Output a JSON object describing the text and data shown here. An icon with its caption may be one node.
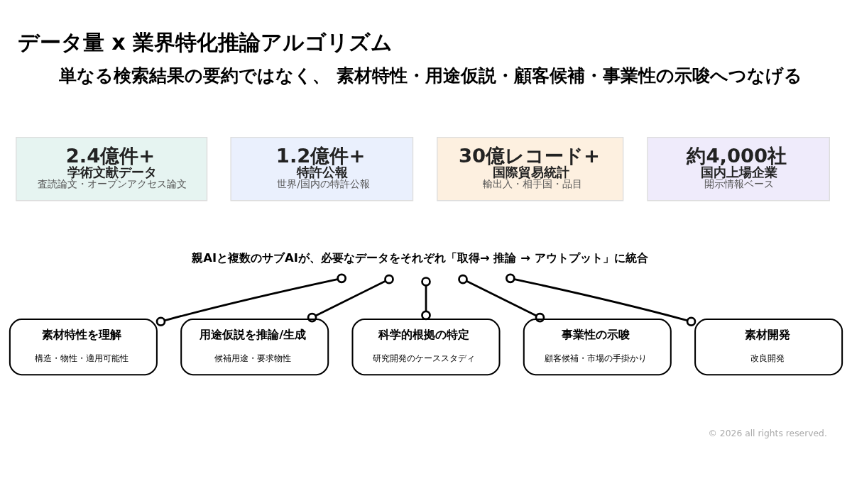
{
  "diagram": {
    "title": "データ量 x 業界特化推論アルゴリズム",
    "nodes": [
      {
        "text": [
          "2.4億件+",
          "学術文献データ",
          "査読論文・オープンアクセス論文"
        ]
      },
      {
        "text": [
          "1.2億件+",
          "特許公報",
          "世界/国内の特許公報"
        ]
      },
      {
        "text": [
          "30億レコード+",
          "国際貿易統計",
          "輸出入・相手国・品目"
        ]
      },
      {
        "text": [
          "約4,000社",
          "国内上場企業",
          "開示情報ベース"
        ]
      },
      {
        "text": [
          "親AIと複数のサブAIが、必要なデータをそれぞれ「取得→ 推論 → アウトプット」に統合"
        ]
      },
      {
        "text": [
          "素材特性を理解",
          "構造・物性・適用可能性"
        ]
      },
      {
        "text": [
          "用途仮説を推論/生成",
          "候補用途・要求物性"
        ]
      },
      {
        "text": [
          "科学的根拠の特定",
          "研究開発のケーススタディ"
        ]
      },
      {
        "text": [
          "事業性の示唆",
          "顧客候補・市場の手掛かり"
        ]
      },
      {
        "text": [
          "素材開発",
          "改良開発"
        ]
      }
    ],
    "edges": [
      {
        "from": 4,
        "to": 5,
        "arrow": "other"
      },
      {
        "from": 4,
        "to": 6,
        "arrow": "other"
      },
      {
        "from": 4,
        "to": 7,
        "arrow": "other"
      },
      {
        "from": 4,
        "to": 8,
        "arrow": "other"
      },
      {
        "from": 4,
        "to": 9,
        "arrow": "other"
      }
    ],
    "labels": [
      "単なる検索結果の要約ではなく、 素材特性・用途仮説・顧客候補・事業性の示唆へつなげる",
      "© 2026 all rights reserved."
    ]
  }
}
